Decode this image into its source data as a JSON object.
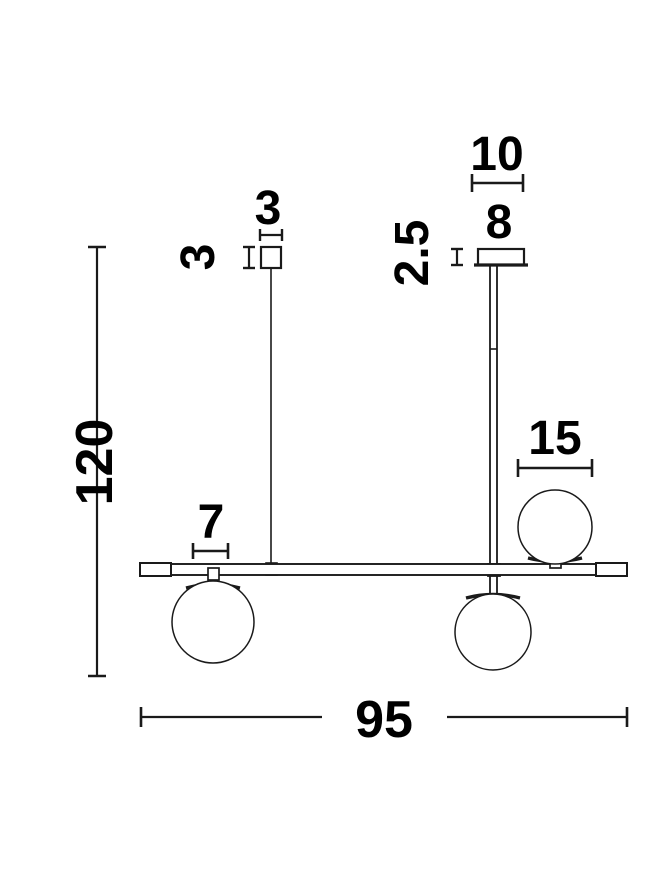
{
  "drawing": {
    "title": "Pendant Light Technical Dimension Drawing",
    "units": "cm",
    "background_color": "#ffffff",
    "line_color": "#1a1a1a",
    "text_color": "#000000"
  },
  "dimensions": {
    "overall_height": "120",
    "overall_width": "95",
    "canopy_width": "10",
    "canopy_inner_width": "8",
    "canopy_height": "2.5",
    "ceiling_box_width": "3",
    "ceiling_box_height": "3",
    "bar_offset": "7",
    "globe_diameter": "15"
  },
  "labels": [
    {
      "id": "height-120",
      "value": "120",
      "orientation": "vertical",
      "font_size": 52
    },
    {
      "id": "width-95",
      "value": "95",
      "orientation": "horizontal",
      "font_size": 52
    },
    {
      "id": "canopy-10",
      "value": "10",
      "orientation": "horizontal",
      "font_size": 46
    },
    {
      "id": "canopy-8",
      "value": "8",
      "orientation": "horizontal",
      "font_size": 46
    },
    {
      "id": "canopy-2-5",
      "value": "2.5",
      "orientation": "vertical",
      "font_size": 46
    },
    {
      "id": "box-width-3",
      "value": "3",
      "orientation": "horizontal",
      "font_size": 46
    },
    {
      "id": "box-height-3",
      "value": "3",
      "orientation": "vertical",
      "font_size": 46
    },
    {
      "id": "bar-offset-7",
      "value": "7",
      "orientation": "horizontal",
      "font_size": 46
    },
    {
      "id": "globe-15",
      "value": "15",
      "orientation": "horizontal",
      "font_size": 46
    }
  ],
  "components": [
    {
      "id": "ceiling-canopy",
      "name": "ceiling-canopy"
    },
    {
      "id": "ceiling-box",
      "name": "ceiling-junction-box"
    },
    {
      "id": "vertical-rod",
      "name": "vertical-support-rod"
    },
    {
      "id": "suspension-cable",
      "name": "suspension-cable"
    },
    {
      "id": "horizontal-bar",
      "name": "horizontal-bar"
    },
    {
      "id": "globe-left",
      "name": "globe-left"
    },
    {
      "id": "globe-middle",
      "name": "globe-middle"
    },
    {
      "id": "globe-right",
      "name": "globe-right"
    }
  ]
}
